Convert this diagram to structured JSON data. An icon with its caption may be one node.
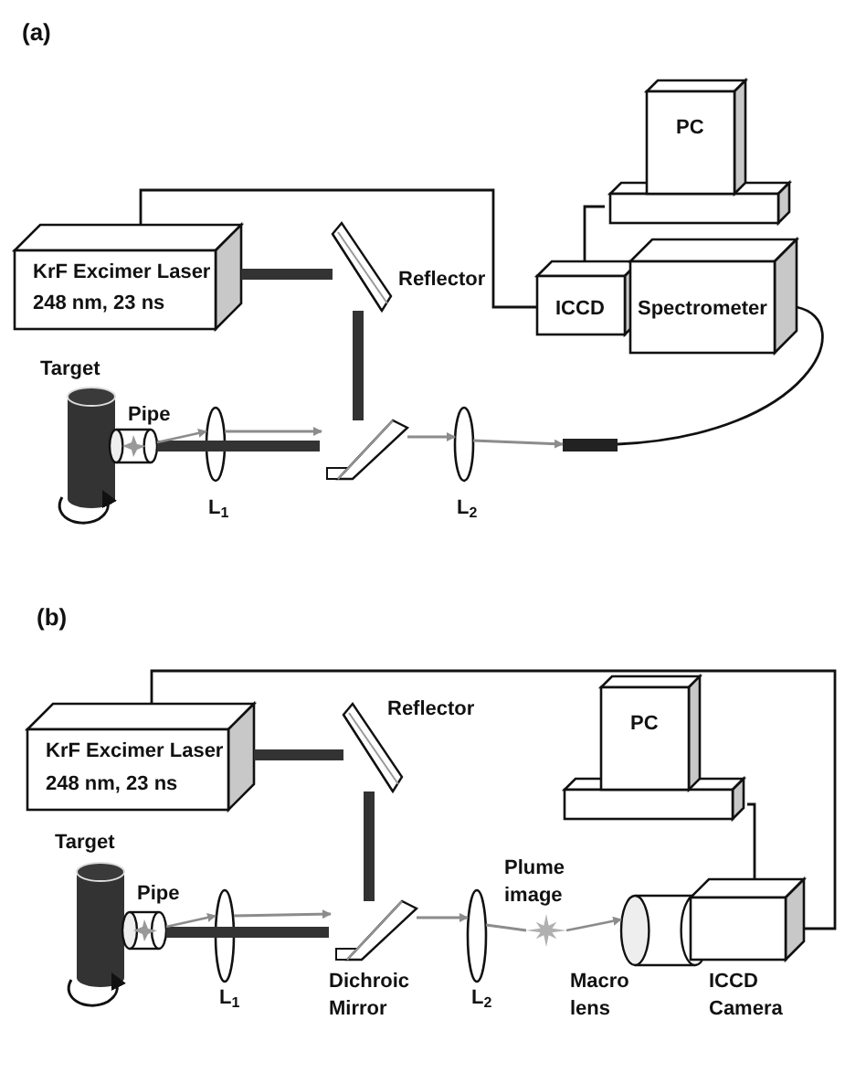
{
  "diagram": {
    "nodes": [
      {
        "text": [
          "KrF Excimer Laser",
          "248 nm, 23 ns"
        ]
      },
      {
        "text": [],
        "shape": "box",
        "beside": [
          "Reflector"
        ]
      },
      {
        "text": [
          "PC"
        ]
      },
      {
        "text": [
          "ICCD"
        ]
      },
      {
        "text": [
          "Spectrometer"
        ]
      },
      {
        "text": [],
        "shape": "cylinder",
        "beside": [
          "Target"
        ]
      },
      {
        "text": [],
        "shape": "cylinder",
        "beside": [
          "Pipe"
        ]
      },
      {
        "text": [],
        "shape": "ellipse",
        "beside": [
          "L$_{1}$"
        ]
      },
      {
        "text": [],
        "shape": "box"
      },
      {
        "text": [],
        "shape": "ellipse",
        "beside": [
          "L$_{2}$"
        ]
      },
      {
        "text": [],
        "shape": "bar"
      },
      {
        "text": [
          "KrF Excimer Laser",
          "248 nm, 23 ns"
        ]
      },
      {
        "text": [],
        "shape": "box",
        "beside": [
          "Reflector"
        ]
      },
      {
        "text": [
          "PC"
        ]
      },
      {
        "text": [],
        "shape": "cylinder",
        "beside": [
          "Target"
        ]
      },
      {
        "text": [],
        "shape": "cylinder",
        "beside": [
          "Pipe"
        ]
      },
      {
        "text": [],
        "shape": "ellipse",
        "beside": [
          "L$_{1}$"
        ]
      },
      {
        "text": [],
        "shape": "box",
        "beside": [
          "Dichroic Mirror"
        ]
      },
      {
        "text": [],
        "shape": "ellipse",
        "beside": [
          "L$_{2}$"
        ]
      },
      {
        "text": [],
        "shape": "star",
        "beside": [
          "Plume image"
        ]
      },
      {
        "text": [],
        "shape": "cylinder",
        "beside": [
          "Macro lens"
        ]
      },
      {
        "text": [],
        "shape": "box",
        "beside": [
          "ICCD Camera"
        ]
      }
    ],
    "edges": [
      {
        "from": 0,
        "to": 1,
        "arrow": "none",
        "style": "thick"
      },
      {
        "from": 1,
        "to": 8,
        "arrow": "none",
        "style": "thick"
      },
      {
        "from": 8,
        "to": 6,
        "arrow": "none",
        "style": "thick"
      },
      {
        "from": 6,
        "to": 7,
        "arrow": "to",
        "color": "#8c8c8c"
      },
      {
        "from": 7,
        "to": 8,
        "arrow": "to",
        "color": "#8c8c8c"
      },
      {
        "from": 8,
        "to": 9,
        "arrow": "to",
        "color": "#8c8c8c"
      },
      {
        "from": 9,
        "to": 10,
        "arrow": "to",
        "color": "#8c8c8c"
      },
      {
        "from": 0,
        "to": 3,
        "arrow": "none",
        "color": "#111111"
      },
      {
        "from": 3,
        "to": 2,
        "arrow": "none",
        "color": "#111111"
      },
      {
        "from": 4,
        "to": 10,
        "arrow": "none",
        "color": "#111111"
      },
      {
        "from": 11,
        "to": 12,
        "arrow": "none",
        "style": "thick"
      },
      {
        "from": 12,
        "to": 17,
        "arrow": "none",
        "style": "thick"
      },
      {
        "from": 17,
        "to": 15,
        "arrow": "none",
        "style": "thick"
      },
      {
        "from": 15,
        "to": 16,
        "arrow": "to",
        "color": "#8c8c8c"
      },
      {
        "from": 16,
        "to": 17,
        "arrow": "to",
        "color": "#8c8c8c"
      },
      {
        "from": 17,
        "to": 18,
        "arrow": "to",
        "color": "#8c8c8c"
      },
      {
        "from": 18,
        "to": 19,
        "arrow": "none",
        "color": "#8c8c8c"
      },
      {
        "from": 19,
        "to": 20,
        "arrow": "to",
        "color": "#8c8c8c"
      },
      {
        "from": 11,
        "to": 21,
        "arrow": "none",
        "color": "#111111"
      },
      {
        "from": 13,
        "to": 21,
        "arrow": "none",
        "color": "#111111"
      }
    ],
    "labels": [
      "(a)",
      "(b)"
    ]
  }
}
